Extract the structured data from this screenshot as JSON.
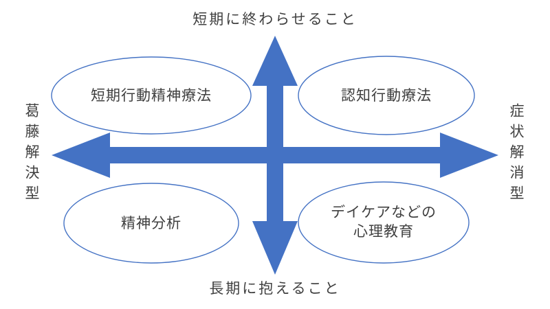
{
  "diagram": {
    "title_hint": "therapy-orientation-quadrant-diagram",
    "axes": {
      "top": "短期に終わらせること",
      "bottom": "長期に抱えること",
      "left": "葛藤解決型",
      "right": "症状解消型"
    },
    "quadrants": {
      "top_left": "短期行動精神療法",
      "top_right": "認知行動療法",
      "bottom_left": "精神分析",
      "bottom_right_lines": [
        "デイケアなどの",
        "心理教育"
      ]
    },
    "colors": {
      "arrow": "#4472C4",
      "ellipse_stroke": "#4472C4",
      "text": "#3F3F3F",
      "background": "#FFFFFF"
    }
  }
}
